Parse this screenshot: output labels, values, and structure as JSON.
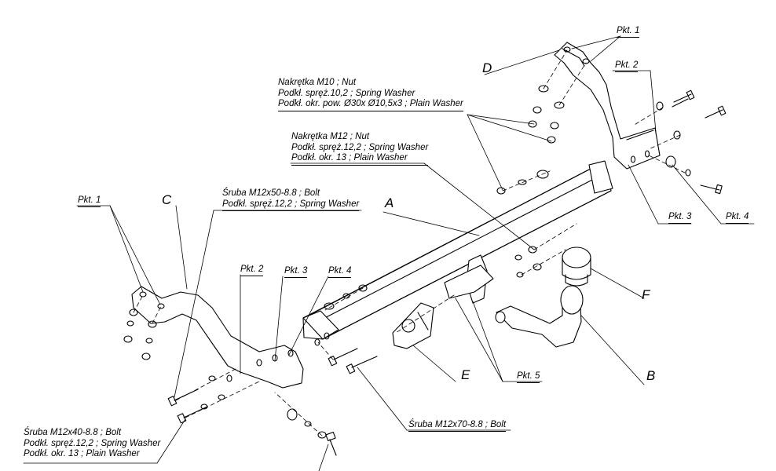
{
  "labels": {
    "pkt1_top": "Pkt. 1",
    "pkt2_top": "Pkt. 2",
    "letter_d": "D",
    "nut_m10_block": [
      "Nakrętka  M10 ; Nut",
      "Podkł. spręż.10,2 ; Spring Washer",
      "Podkł. okr. pow. Ø30x Ø10,5x3 ; Plain Washer"
    ],
    "nut_m12_block": [
      "Nakrętka  M12 ; Nut",
      "Podkł. spręż.12,2 ; Spring Washer",
      "Podkł. okr. 13 ; Plain Washer"
    ],
    "bolt_m12x50_block": [
      "Śruba M12x50-8.8 ;  Bolt",
      "Podkł. spręż.12,2 ; Spring Washer"
    ],
    "pkt1_left": "Pkt. 1",
    "letter_c": "C",
    "letter_a": "A",
    "pkt2_mid": "Pkt. 2",
    "pkt3_mid": "Pkt. 3",
    "pkt4_mid": "Pkt. 4",
    "pkt3_right": "Pkt. 3",
    "pkt4_right": "Pkt. 4",
    "letter_f": "F",
    "letter_e": "E",
    "pkt5": "Pkt. 5",
    "letter_b": "B",
    "bolt_m12x70": "Śruba M12x70-8.8 ;  Bolt",
    "bolt_m12x40_block": [
      "Śruba M12x40-8.8 ;  Bolt",
      "Podkł. spręż.12,2 ; Spring Washer",
      "Podkł. okr. 13 ; Plain Washer"
    ]
  }
}
